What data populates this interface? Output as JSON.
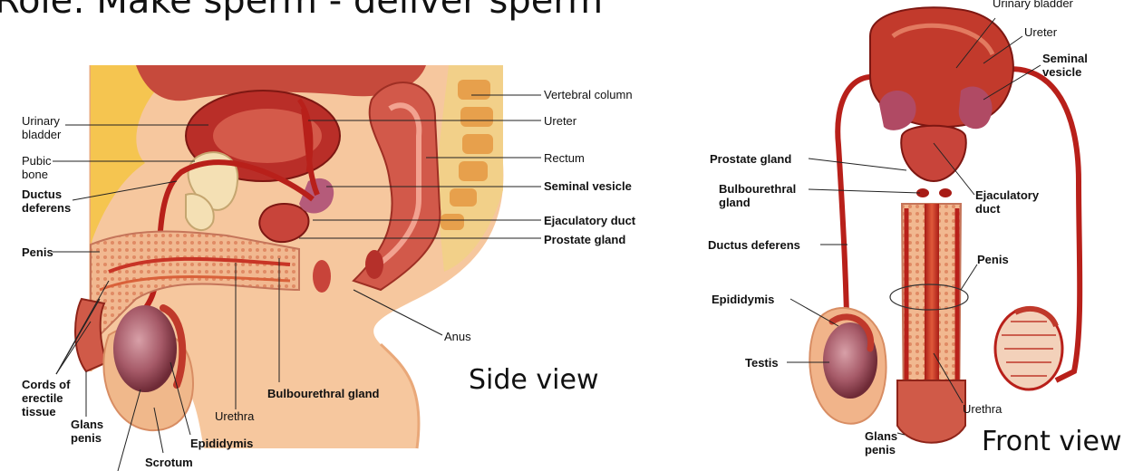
{
  "title": "Role: Make sperm - deliver sperm",
  "views": {
    "side": "Side view",
    "front": "Front view"
  },
  "side_labels": {
    "vertebral_column": "Vertebral column",
    "urinary_bladder": "Urinary\nbladder",
    "ureter": "Ureter",
    "pubic_bone": "Pubic\nbone",
    "rectum": "Rectum",
    "ductus_deferens": "Ductus\ndeferens",
    "seminal_vesicle": "Seminal vesicle",
    "ejaculatory_duct": "Ejaculatory duct",
    "penis": "Penis",
    "prostate_gland": "Prostate gland",
    "anus": "Anus",
    "cords_erectile": "Cords of\nerectile\ntissue",
    "bulbourethral_gland": "Bulbourethral gland",
    "urethra": "Urethra",
    "glans_penis": "Glans\npenis",
    "epididymis": "Epididymis",
    "scrotum": "Scrotum"
  },
  "front_labels": {
    "urinary_bladder": "Urinary bladder",
    "ureter": "Ureter",
    "seminal_vesicle": "Seminal\nvesicle",
    "prostate_gland": "Prostate gland",
    "bulbourethral_gland": "Bulbourethral\ngland",
    "ejaculatory_duct": "Ejaculatory\nduct",
    "ductus_deferens": "Ductus deferens",
    "penis": "Penis",
    "epididymis": "Epididymis",
    "testis": "Testis",
    "urethra": "Urethra",
    "glans_penis": "Glans\npenis"
  }
}
